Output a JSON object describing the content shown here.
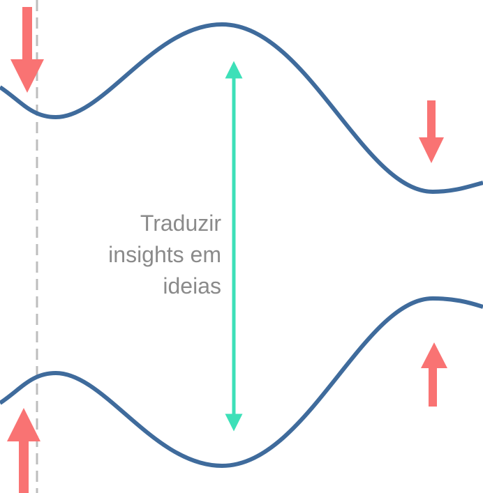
{
  "label": {
    "lines": [
      "Traduzir",
      "insights em",
      "ideias"
    ]
  },
  "colors": {
    "curve": "#3f6b9c",
    "arrow_red": "#f97373",
    "arrow_teal": "#3de0b8",
    "dashed_line": "#bdbdbd",
    "label_text": "#8a8a8a"
  }
}
